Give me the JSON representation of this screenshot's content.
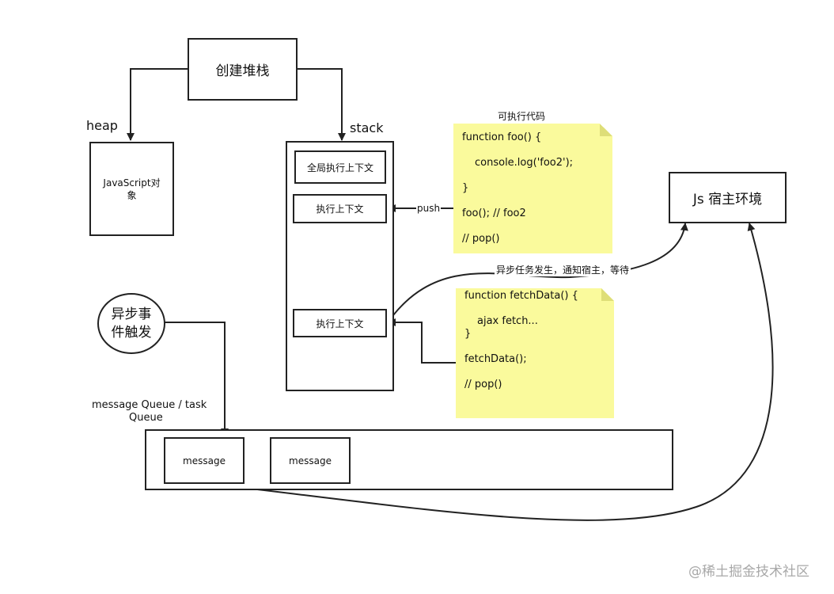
{
  "create_stack": "创建堆栈",
  "heap_label": "heap",
  "stack_label": "stack",
  "heap_box_line1": "JavaScript对",
  "heap_box_line2": "象",
  "global_context": "全局执行上下文",
  "context_1": "执行上下文",
  "context_2": "执行上下文",
  "push_label": "push",
  "note1": {
    "title": "可执行代码",
    "lines": [
      "function foo() {",
      "console.log('foo2');",
      "}",
      "foo(); // foo2",
      "// pop()"
    ]
  },
  "note2": {
    "lines": [
      "function fetchData() {",
      "ajax fetch...",
      "}",
      "fetchData();",
      "// pop()"
    ]
  },
  "host_box": "Js 宿主环境",
  "async_notice": "异步任务发生，通知宿主，等待",
  "async_event_line1": "异步事",
  "async_event_line2": "件触发",
  "queue_label_line1": "message Queue / task",
  "queue_label_line2": "Queue",
  "message_1": "message",
  "message_2": "message",
  "watermark": "@稀土掘金技术社区",
  "colors": {
    "note_fill": "#fafa9c",
    "stroke": "#222222",
    "watermark": "#a8a8a8"
  }
}
